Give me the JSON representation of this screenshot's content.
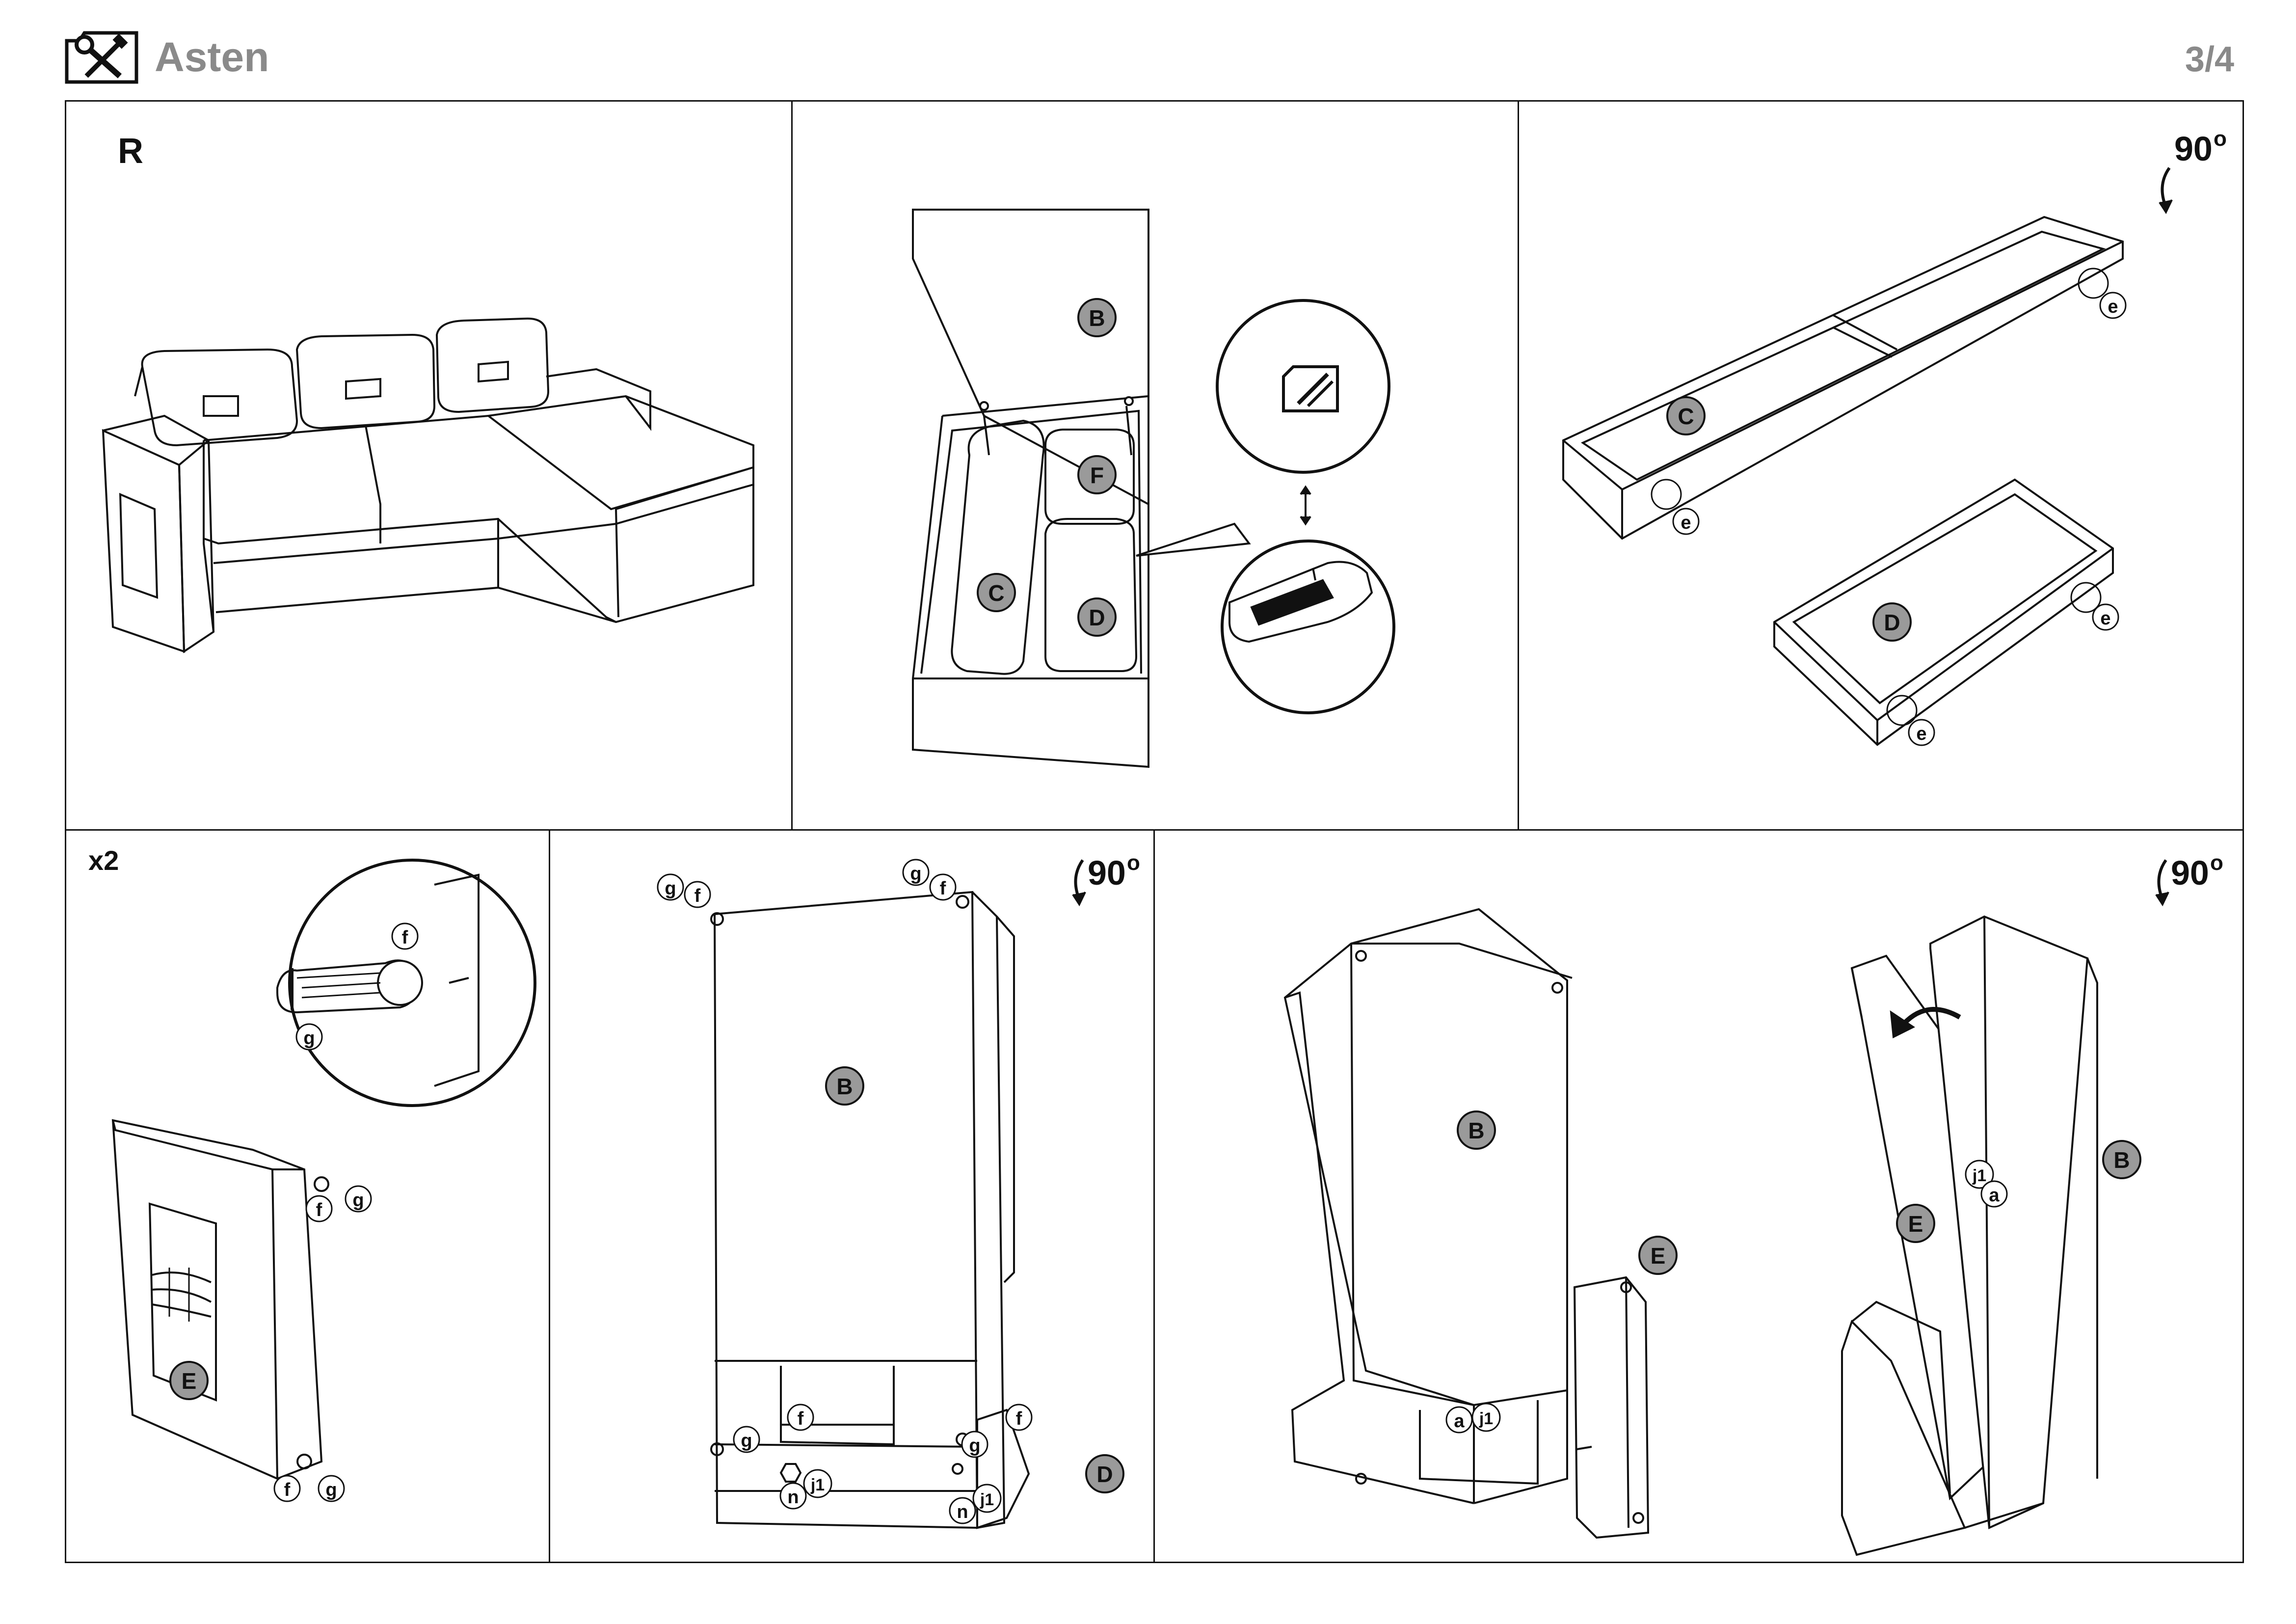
{
  "header": {
    "icon": "tools-icon",
    "title": "Asten",
    "page_number": "3/4"
  },
  "steps": {
    "step1": {
      "marker": "R"
    },
    "step2": {
      "parts": [
        "B",
        "F",
        "C",
        "D"
      ],
      "icon": "document-tools-icon"
    },
    "step3": {
      "rotate": "90",
      "rotate_unit": "o",
      "parts": [
        "C",
        "D"
      ],
      "fasteners": [
        "e",
        "e",
        "e",
        "e"
      ]
    },
    "step4": {
      "quantity": "x2",
      "part": "E",
      "fasteners": [
        "f",
        "g",
        "f",
        "g",
        "f",
        "g"
      ]
    },
    "step5": {
      "rotate": "90",
      "rotate_unit": "o",
      "parts": [
        "B",
        "D"
      ],
      "fasteners": [
        "g",
        "f",
        "g",
        "f",
        "f",
        "g",
        "f",
        "g",
        "j1",
        "n",
        "j1",
        "n"
      ]
    },
    "step6": {
      "rotate": "90",
      "rotate_unit": "o",
      "parts": [
        "B",
        "E",
        "B",
        "E"
      ],
      "fasteners": [
        "a",
        "j1",
        "j1",
        "a"
      ]
    }
  },
  "colors": {
    "line": "#111111",
    "part_fill": "#9a9a9a",
    "header_text": "#8a8a8a"
  }
}
